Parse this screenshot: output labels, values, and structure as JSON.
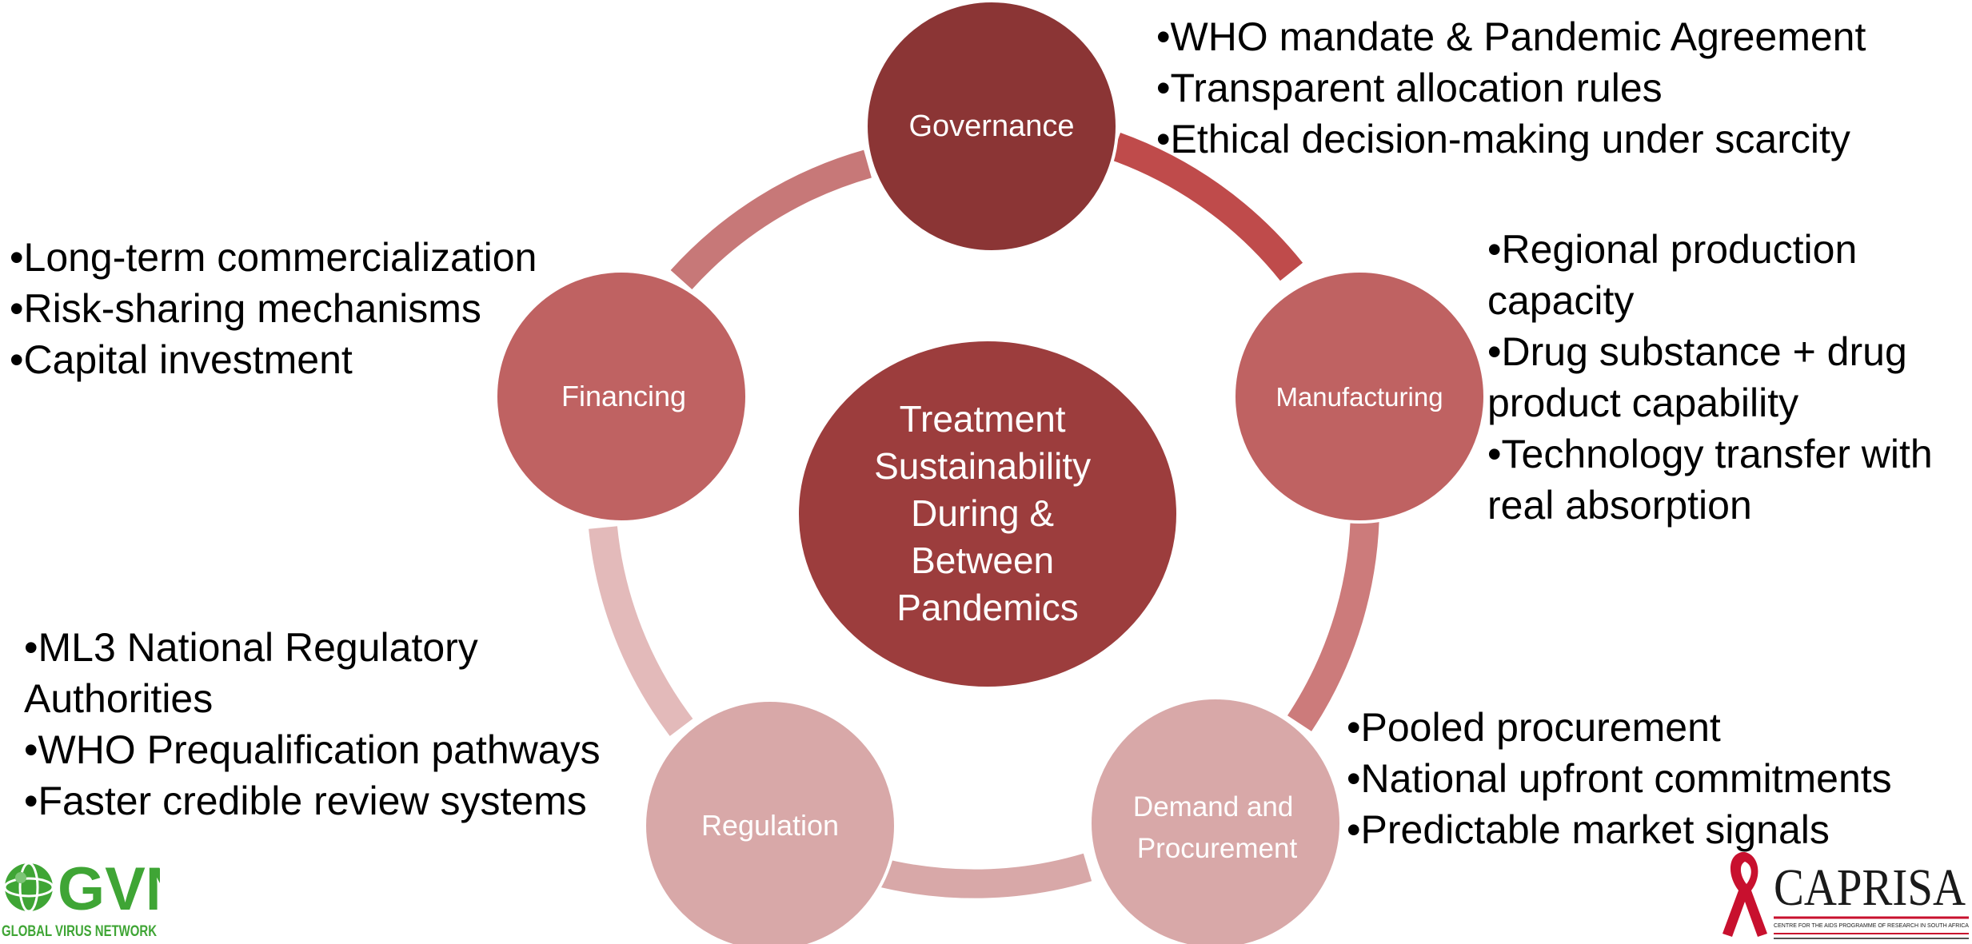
{
  "hub": {
    "lines": [
      "Treatment",
      "Sustainability",
      "During &",
      "Between",
      "Pandemics"
    ],
    "color": "#9C3D3D"
  },
  "nodes": [
    {
      "id": "governance",
      "lines": [
        "Governance"
      ],
      "color": "#8B3535"
    },
    {
      "id": "manufacturing",
      "lines": [
        "Manufacturing"
      ],
      "color": "#BF6262"
    },
    {
      "id": "demand",
      "lines": [
        "Demand and",
        "Procurement"
      ],
      "color": "#D8A8A8"
    },
    {
      "id": "regulation",
      "lines": [
        "Regulation"
      ],
      "color": "#D8A8A8"
    },
    {
      "id": "financing",
      "lines": [
        "Financing"
      ],
      "color": "#BF6262"
    }
  ],
  "bullets": {
    "governance": [
      "•WHO mandate & Pandemic Agreement",
      "•Transparent allocation rules",
      "•Ethical decision-making under scarcity"
    ],
    "manufacturing": [
      "•Regional production",
      "capacity",
      "•Drug substance + drug",
      "product capability",
      "•Technology transfer with",
      "real absorption"
    ],
    "demand": [
      "•Pooled procurement",
      "•National upfront commitments",
      "•Predictable market signals"
    ],
    "regulation": [
      "•ML3 National Regulatory",
      "Authorities",
      "•WHO Prequalification pathways",
      "•Faster credible review systems"
    ],
    "financing": [
      "•Long-term commercialization",
      "•Risk-sharing mechanisms",
      "•Capital investment"
    ]
  },
  "logos": {
    "left": {
      "main": "GVN",
      "sub": "GLOBAL VIRUS NETWORK",
      "color": "#3FA535"
    },
    "right": {
      "main": "CAPRISA",
      "sub": "CENTRE FOR THE AIDS PROGRAMME OF RESEARCH IN SOUTH AFRICA",
      "color": "#C8102E"
    }
  }
}
